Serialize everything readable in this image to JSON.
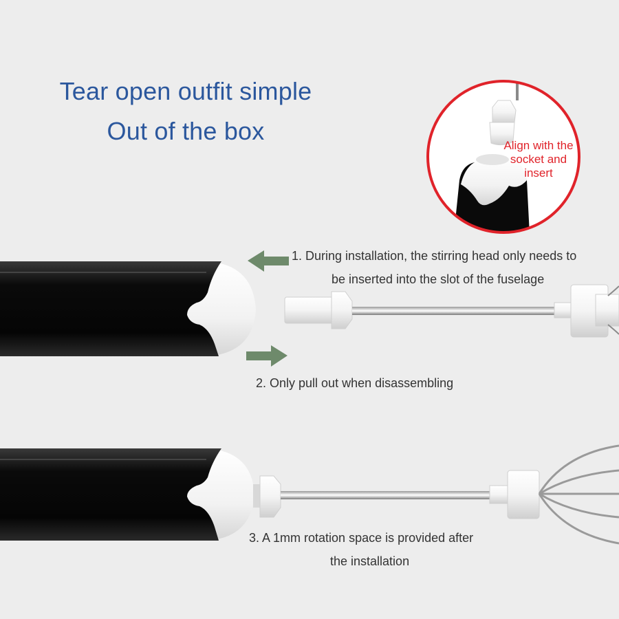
{
  "title": {
    "line1": "Tear open outfit simple",
    "line2": "Out of the box"
  },
  "callout": {
    "line1": "Align with the",
    "line2": "socket and",
    "line3": "insert",
    "ring_color": "#e0232a"
  },
  "steps": {
    "step1_line1": "1. During installation, the stirring head only needs to",
    "step1_line2": "be inserted into the slot of the fuselage",
    "step2": "2. Only pull out when disassembling",
    "step3_line1": "3. A 1mm rotation space is provided after",
    "step3_line2": "the installation"
  },
  "colors": {
    "background": "#ededed",
    "title": "#2b579d",
    "arrow": "#6e8a6b",
    "handle_body": "#0d0d0d",
    "handle_cap": "#ffffff"
  },
  "icons": {
    "insert_arrow": "arrow-left-icon",
    "remove_arrow": "arrow-right-icon"
  }
}
